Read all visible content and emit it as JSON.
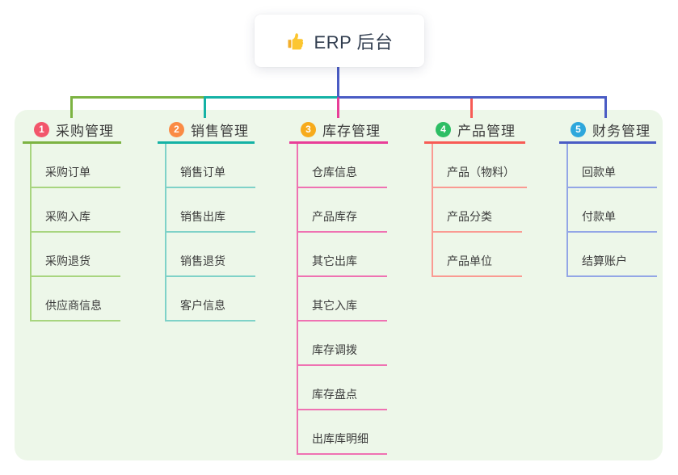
{
  "root": {
    "label": "ERP 后台",
    "icon": "thumbs-up",
    "stem_color": "#4a5cc4"
  },
  "canvas": {
    "background": "#edf7e9"
  },
  "branches": [
    {
      "number": "1",
      "label": "采购管理",
      "colors": {
        "main": "#7cb342",
        "tint": "#a8d57f",
        "badge": "#f2566b"
      },
      "children": [
        "采购订单",
        "采购入库",
        "采购退货",
        "供应商信息"
      ]
    },
    {
      "number": "2",
      "label": "销售管理",
      "colors": {
        "main": "#14b2a5",
        "tint": "#7fd2c8",
        "badge": "#fa8b45"
      },
      "children": [
        "销售订单",
        "销售出库",
        "销售退货",
        "客户信息"
      ]
    },
    {
      "number": "3",
      "label": "库存管理",
      "colors": {
        "main": "#e83e98",
        "tint": "#ef72b2",
        "badge": "#f7ab1c"
      },
      "children": [
        "仓库信息",
        "产品库存",
        "其它出库",
        "其它入库",
        "库存调拨",
        "库存盘点",
        "出库库明细"
      ]
    },
    {
      "number": "4",
      "label": "产品管理",
      "colors": {
        "main": "#f75b55",
        "tint": "#fa9a92",
        "badge": "#2dbe64"
      },
      "children": [
        "产品（物料）",
        "产品分类",
        "产品单位"
      ]
    },
    {
      "number": "5",
      "label": "财务管理",
      "colors": {
        "main": "#4a5cc4",
        "tint": "#93a6e6",
        "badge": "#2ea7dc"
      },
      "children": [
        "回款单",
        "付款单",
        "结算账户"
      ]
    }
  ]
}
